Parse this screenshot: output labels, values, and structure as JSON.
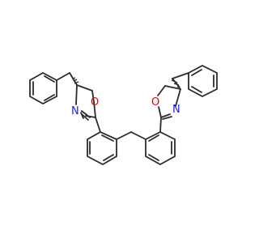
{
  "molecule": {
    "atom_labels": {
      "oxazoline_left_oxygen": "O",
      "oxazoline_left_nitrogen": "N",
      "oxazoline_right_oxygen": "O",
      "oxazoline_right_nitrogen": "N"
    },
    "colors": {
      "bond": "#2b2b2b",
      "oxygen": "#e60000",
      "nitrogen": "#1a1aff",
      "background": "#ffffff"
    }
  }
}
